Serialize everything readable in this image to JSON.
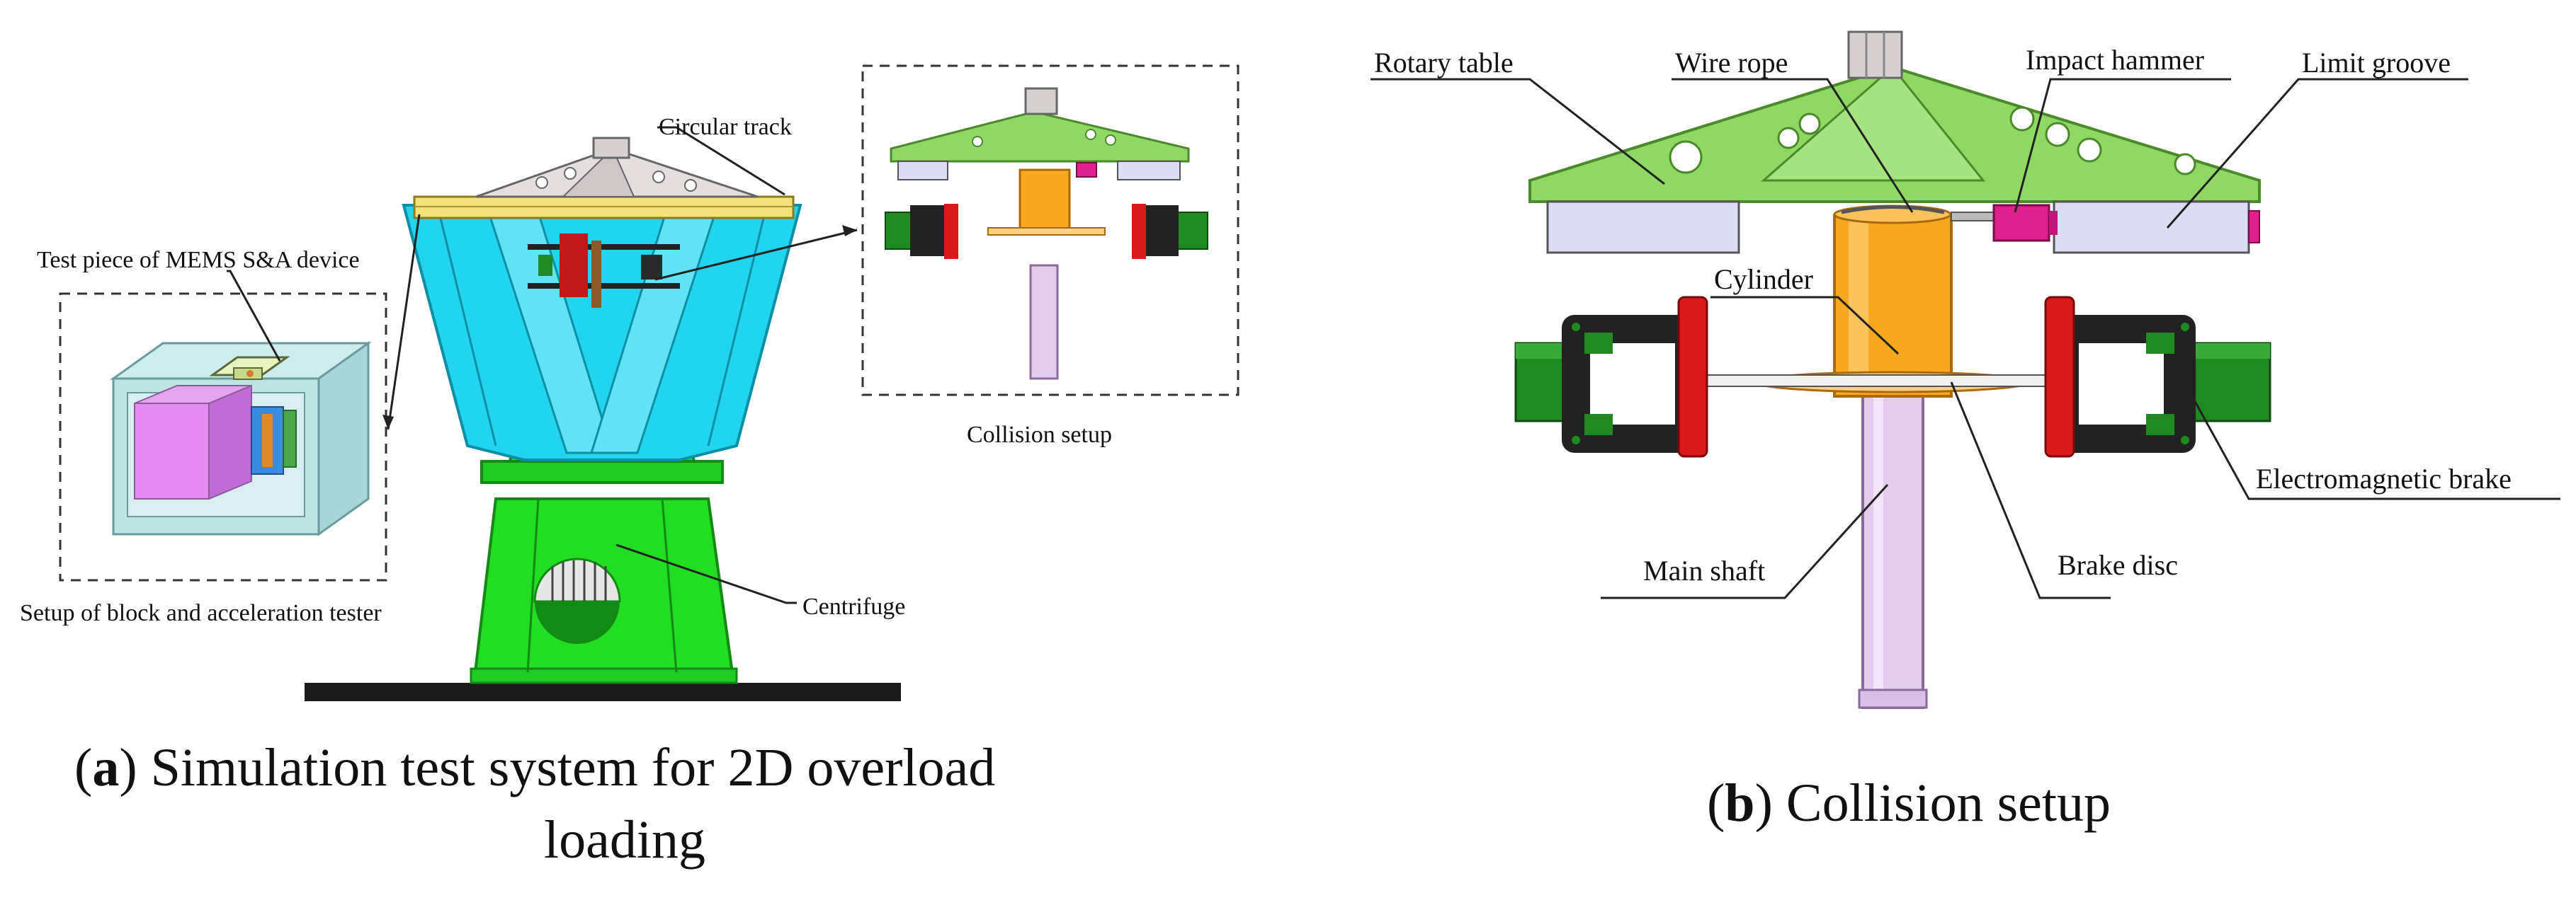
{
  "panel_a": {
    "caption_letter": "a",
    "caption_line1": ") Simulation test system for 2D overload",
    "caption_line2": "loading",
    "labels": {
      "circular_track": "Circular track",
      "test_piece": "Test piece of MEMS S&A device",
      "setup_block": "Setup of block and acceleration tester",
      "centrifuge": "Centrifuge",
      "collision_setup": "Collision setup"
    }
  },
  "panel_b": {
    "caption_letter": "b",
    "caption_text": ") Collision setup",
    "labels": {
      "rotary_table": "Rotary table",
      "wire_rope": "Wire rope",
      "impact_hammer": "Impact hammer",
      "limit_groove": "Limit groove",
      "cylinder": "Cylinder",
      "electromagnetic_brake": "Electromagnetic brake",
      "main_shaft": "Main shaft",
      "brake_disc": "Brake disc"
    }
  },
  "colors": {
    "centrifuge_green": "#22dd22",
    "cyan_frame": "#22d4ee",
    "track_yellow": "#f2e27a",
    "rotary_green": "#8fd866",
    "cylinder_orange": "#f7a81e",
    "shaft_lilac": "#e2cdee",
    "brake_red": "#d91a1a",
    "brake_green": "#1f8a22",
    "hammer_magenta": "#e0208c",
    "groove_lavender": "#dcdcf6"
  }
}
